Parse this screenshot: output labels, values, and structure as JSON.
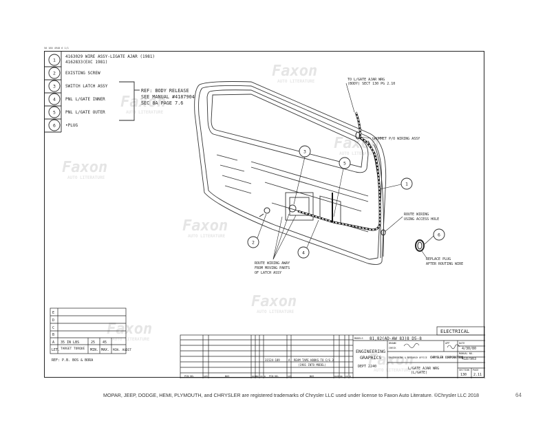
{
  "header_code": "50 160 4940 6 1/1",
  "legend": {
    "items": [
      {
        "num": "1",
        "lines": [
          "4163029 WIRE ASSY-LIGATE AJAR (1981)",
          "4162833(EXC 1981)"
        ]
      },
      {
        "num": "2",
        "lines": [
          "EXISTING SCREW"
        ]
      },
      {
        "num": "3",
        "lines": [
          "SWITCH LATCH ASSY"
        ]
      },
      {
        "num": "4",
        "lines": [
          "PNL L/GATE INNER"
        ]
      },
      {
        "num": "5",
        "lines": [
          "PNL L/GATE OUTER"
        ]
      },
      {
        "num": "6",
        "lines": [
          "•PLUG"
        ]
      }
    ],
    "ref_lines": [
      "REF: BODY RELEASE",
      "SEE MANUAL #4187904",
      "SEC 8A PAGE 7.6"
    ]
  },
  "callouts": {
    "to_lgate": [
      "TO L/GATE AJAR WRG",
      "(BODY) SECT 130 PG 2.10"
    ],
    "grommet": "GROMMET P/O WIRING ASSY",
    "route_hole": [
      "ROUTE WIRING",
      "USING ACCESS HOLE"
    ],
    "replace_plug": [
      "REPLACE PLUG",
      "AFTER ROUTING WIRE"
    ],
    "route_away": [
      "ROUTE WIRING AWAY",
      "FROM MOVING PARTS",
      "OF LATCH ASSY"
    ]
  },
  "balloons": [
    "1",
    "2",
    "3",
    "4",
    "5",
    "6"
  ],
  "torque_table": {
    "rows": [
      "E",
      "D",
      "C",
      "B"
    ],
    "row_a": {
      "letter": "A",
      "target": "35 IN LBS",
      "min": "25",
      "max": "45"
    },
    "headers": [
      "LET.",
      "TARGET TORQUE",
      "MIN.",
      "MAX.",
      "MIN. AUDIT"
    ],
    "ref": "REF: P.B. BOS & BORA"
  },
  "title_block": {
    "category": "ELECTRICAL",
    "models_label": "MODELS",
    "models": "81,82(AD-AW  83)8 D5-8",
    "dept_name": [
      "ENGINEERING",
      "GRAPHICS"
    ],
    "dept": "DEPT 2240",
    "drawn_label": "DRAWN",
    "checked_label": "CHECK",
    "appr_label": "APP",
    "date_label": "DATE",
    "date": "4/30/80",
    "manual_label": "MANUAL NO.",
    "manual_no": "4187903",
    "office": "ENGINEERING & RESEARCH OFFICE",
    "brand": "CHRYSLER CORPORATION",
    "title": [
      "L/GATE AJAR WRG",
      "(L/GATE)"
    ],
    "section_label": "SECTION",
    "section": "130",
    "page_label": "PAGE",
    "page": "2.11",
    "revision_note": [
      "REAM TAPE HOOKS TO C/G 3",
      "(1981 INTO MODEL)"
    ],
    "revision_no": "31524-189",
    "revision_letter": "A",
    "rev_headers": [
      "PCN NO.",
      "SYM",
      "WAS",
      "DATE",
      "DR",
      "CK",
      "R"
    ]
  },
  "watermark": {
    "line1": "Faxon",
    "line2": "AUTO LITERATURE"
  },
  "footer": "MOPAR, JEEP, DODGE, HEMI, PLYMOUTH, and CHRYSLER are registered trademarks of Chrysler LLC used under license to Faxon Auto Literature. ©Chrysler LLC 2018",
  "page_number": "64"
}
